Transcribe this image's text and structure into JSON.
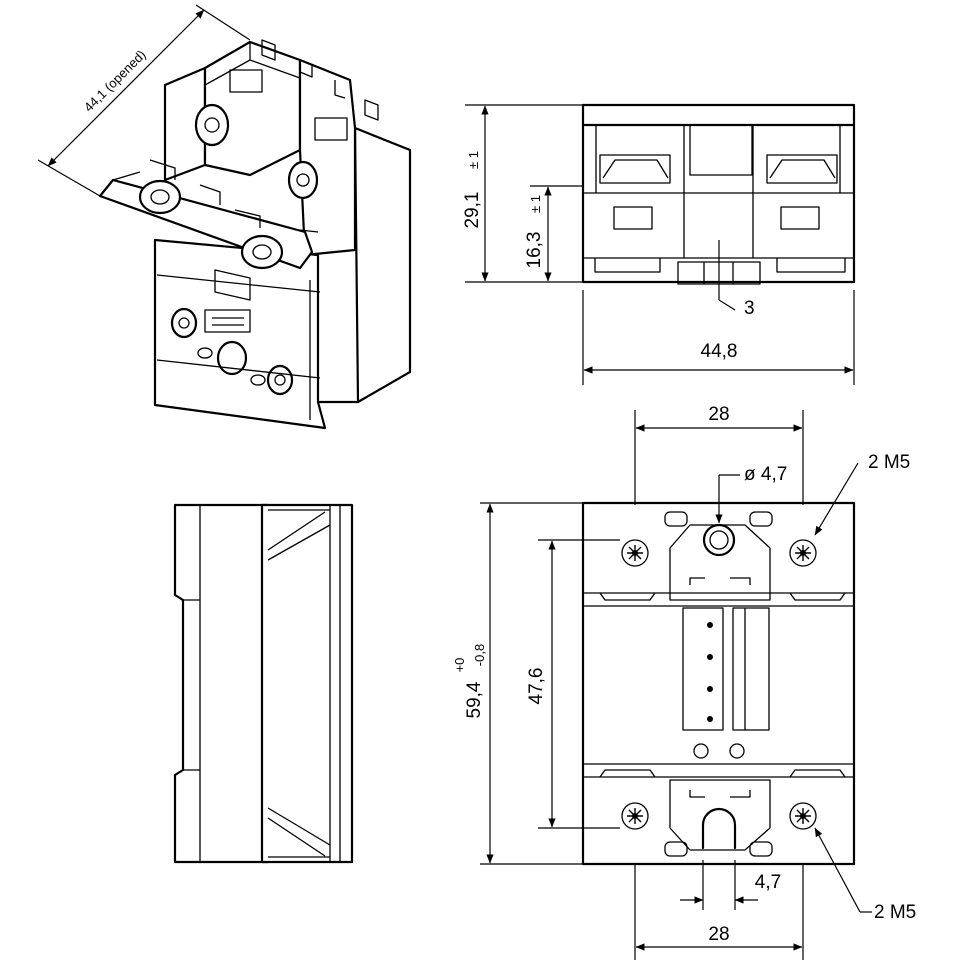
{
  "dimensions": {
    "opened_width": "44,1 (opened)",
    "height_total": "29,1",
    "height_total_tol": "± 1",
    "height_partial": "16,3",
    "height_partial_tol": "± 1",
    "offset": "3",
    "width": "44,8",
    "hole_spacing_top": "28",
    "hole_diameter": "ø 4,7",
    "thread_top": "2 M5",
    "length": "59,4",
    "length_tol_plus": "+0",
    "length_tol_minus": "-0,8",
    "hole_spacing_vertical": "47,6",
    "slot_width": "4,7",
    "thread_bottom": "2 M5",
    "hole_spacing_bottom": "28"
  }
}
